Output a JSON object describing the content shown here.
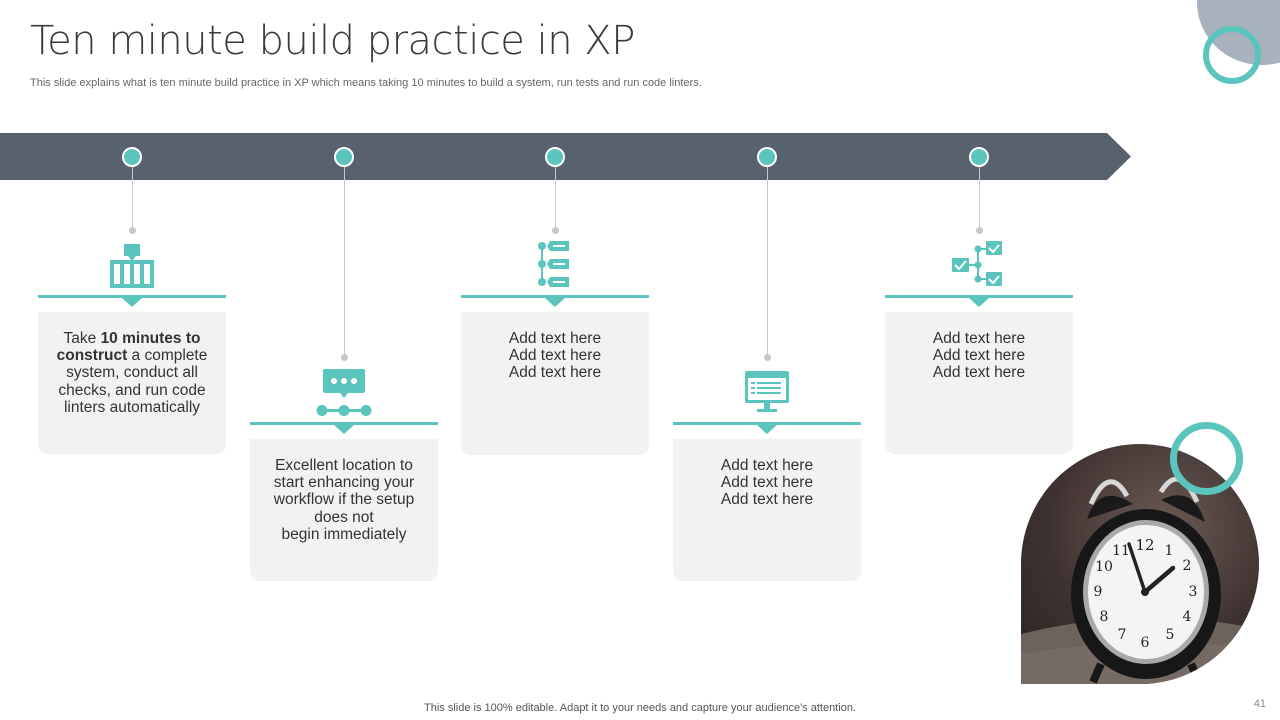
{
  "slide": {
    "title": "Ten minute build practice in XP",
    "subtitle": "This slide explains what is ten minute build practice in XP which means taking 10 minutes to build a system, run tests and run code linters.",
    "footer": "This slide is 100% editable. Adapt it to your needs and capture your audience's attention.",
    "page_number": "41"
  },
  "colors": {
    "accent": "#5bc5bd",
    "band": "#57626e",
    "card": "#f2f2f2",
    "corner_shape": "#a7b2bd"
  },
  "steps": [
    {
      "icon": "hierarchy-icon",
      "text_pre": "Take ",
      "text_bold": "10 minutes to construct",
      "text_post": " a complete system, conduct all checks, and run code linters automatically"
    },
    {
      "icon": "chat-flow-icon",
      "lines": [
        "Excellent location to start enhancing your workflow if the setup does not",
        "begin immediately"
      ]
    },
    {
      "icon": "checklist-icon",
      "lines": [
        "Add text here",
        "Add text here",
        "Add text here"
      ]
    },
    {
      "icon": "monitor-icon",
      "lines": [
        "Add text here",
        "Add text here",
        "Add text here"
      ]
    },
    {
      "icon": "task-check-icon",
      "lines": [
        "Add text here",
        "Add text here",
        "Add text here"
      ]
    }
  ],
  "image": {
    "icon": "alarm-clock-icon",
    "dial_numbers": [
      "12",
      "1",
      "2",
      "3",
      "4",
      "5",
      "6",
      "7",
      "8",
      "9",
      "10",
      "11"
    ]
  }
}
